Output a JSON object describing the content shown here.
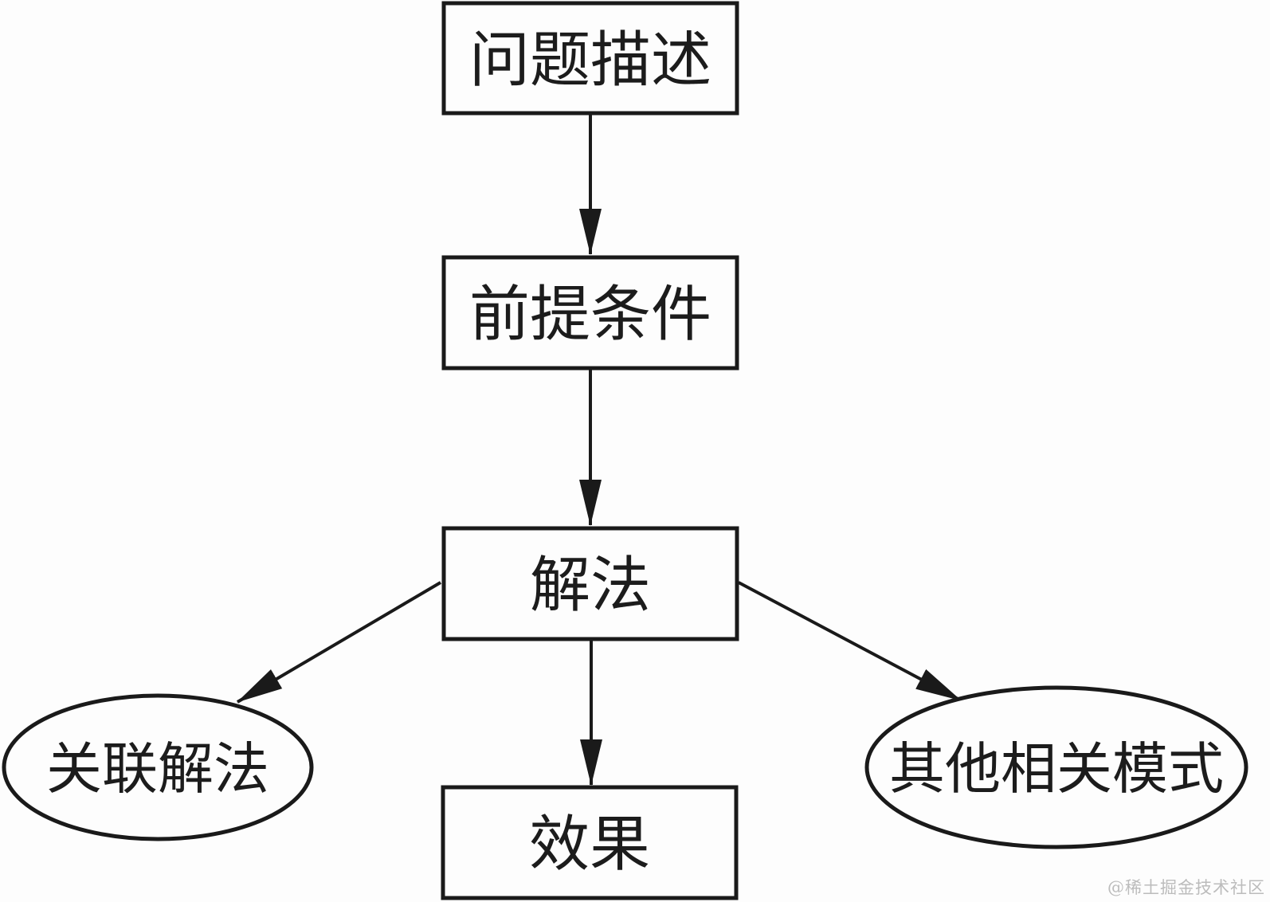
{
  "diagram": {
    "type": "flowchart",
    "background": "#fdfdfd",
    "line_color": "#1a1a1a",
    "text_color": "#1c1c1c",
    "nodes": [
      {
        "id": "problem",
        "shape": "rect",
        "label": "问题描述"
      },
      {
        "id": "precondition",
        "shape": "rect",
        "label": "前提条件"
      },
      {
        "id": "solution",
        "shape": "rect",
        "label": "解法"
      },
      {
        "id": "effect",
        "shape": "rect",
        "label": "效果"
      },
      {
        "id": "related-solution",
        "shape": "ellipse",
        "label": "关联解法"
      },
      {
        "id": "other-patterns",
        "shape": "ellipse",
        "label": "其他相关模式"
      }
    ],
    "edges": [
      {
        "from": "problem",
        "to": "precondition"
      },
      {
        "from": "precondition",
        "to": "solution"
      },
      {
        "from": "solution",
        "to": "related-solution"
      },
      {
        "from": "solution",
        "to": "effect"
      },
      {
        "from": "solution",
        "to": "other-patterns"
      }
    ]
  },
  "watermark": {
    "text": "@稀土掘金技术社区",
    "color": "#bcbcbc"
  }
}
